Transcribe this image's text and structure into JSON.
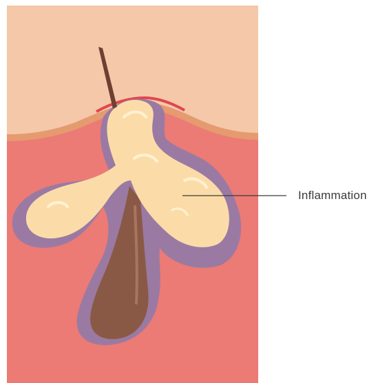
{
  "diagram": {
    "labels": [
      {
        "id": "inflammation",
        "text": "Inflammation"
      }
    ],
    "colors": {
      "epidermis": "#f4c8a8",
      "skin_line": "#e59a6f",
      "dermis": "#ec7a75",
      "inflamed_halo": "#9a7aa3",
      "pus": "#fbdca8",
      "pus_highlight": "#fff1d0",
      "hair_bulb": "#8a5945",
      "hair_bulb_highlight": "#a97560",
      "hair_shaft": "#6f3f33",
      "redness_rim": "#e0474f",
      "leader_line": "#3a3a3a"
    },
    "icons": [
      "hair-follicle-illustration"
    ]
  }
}
